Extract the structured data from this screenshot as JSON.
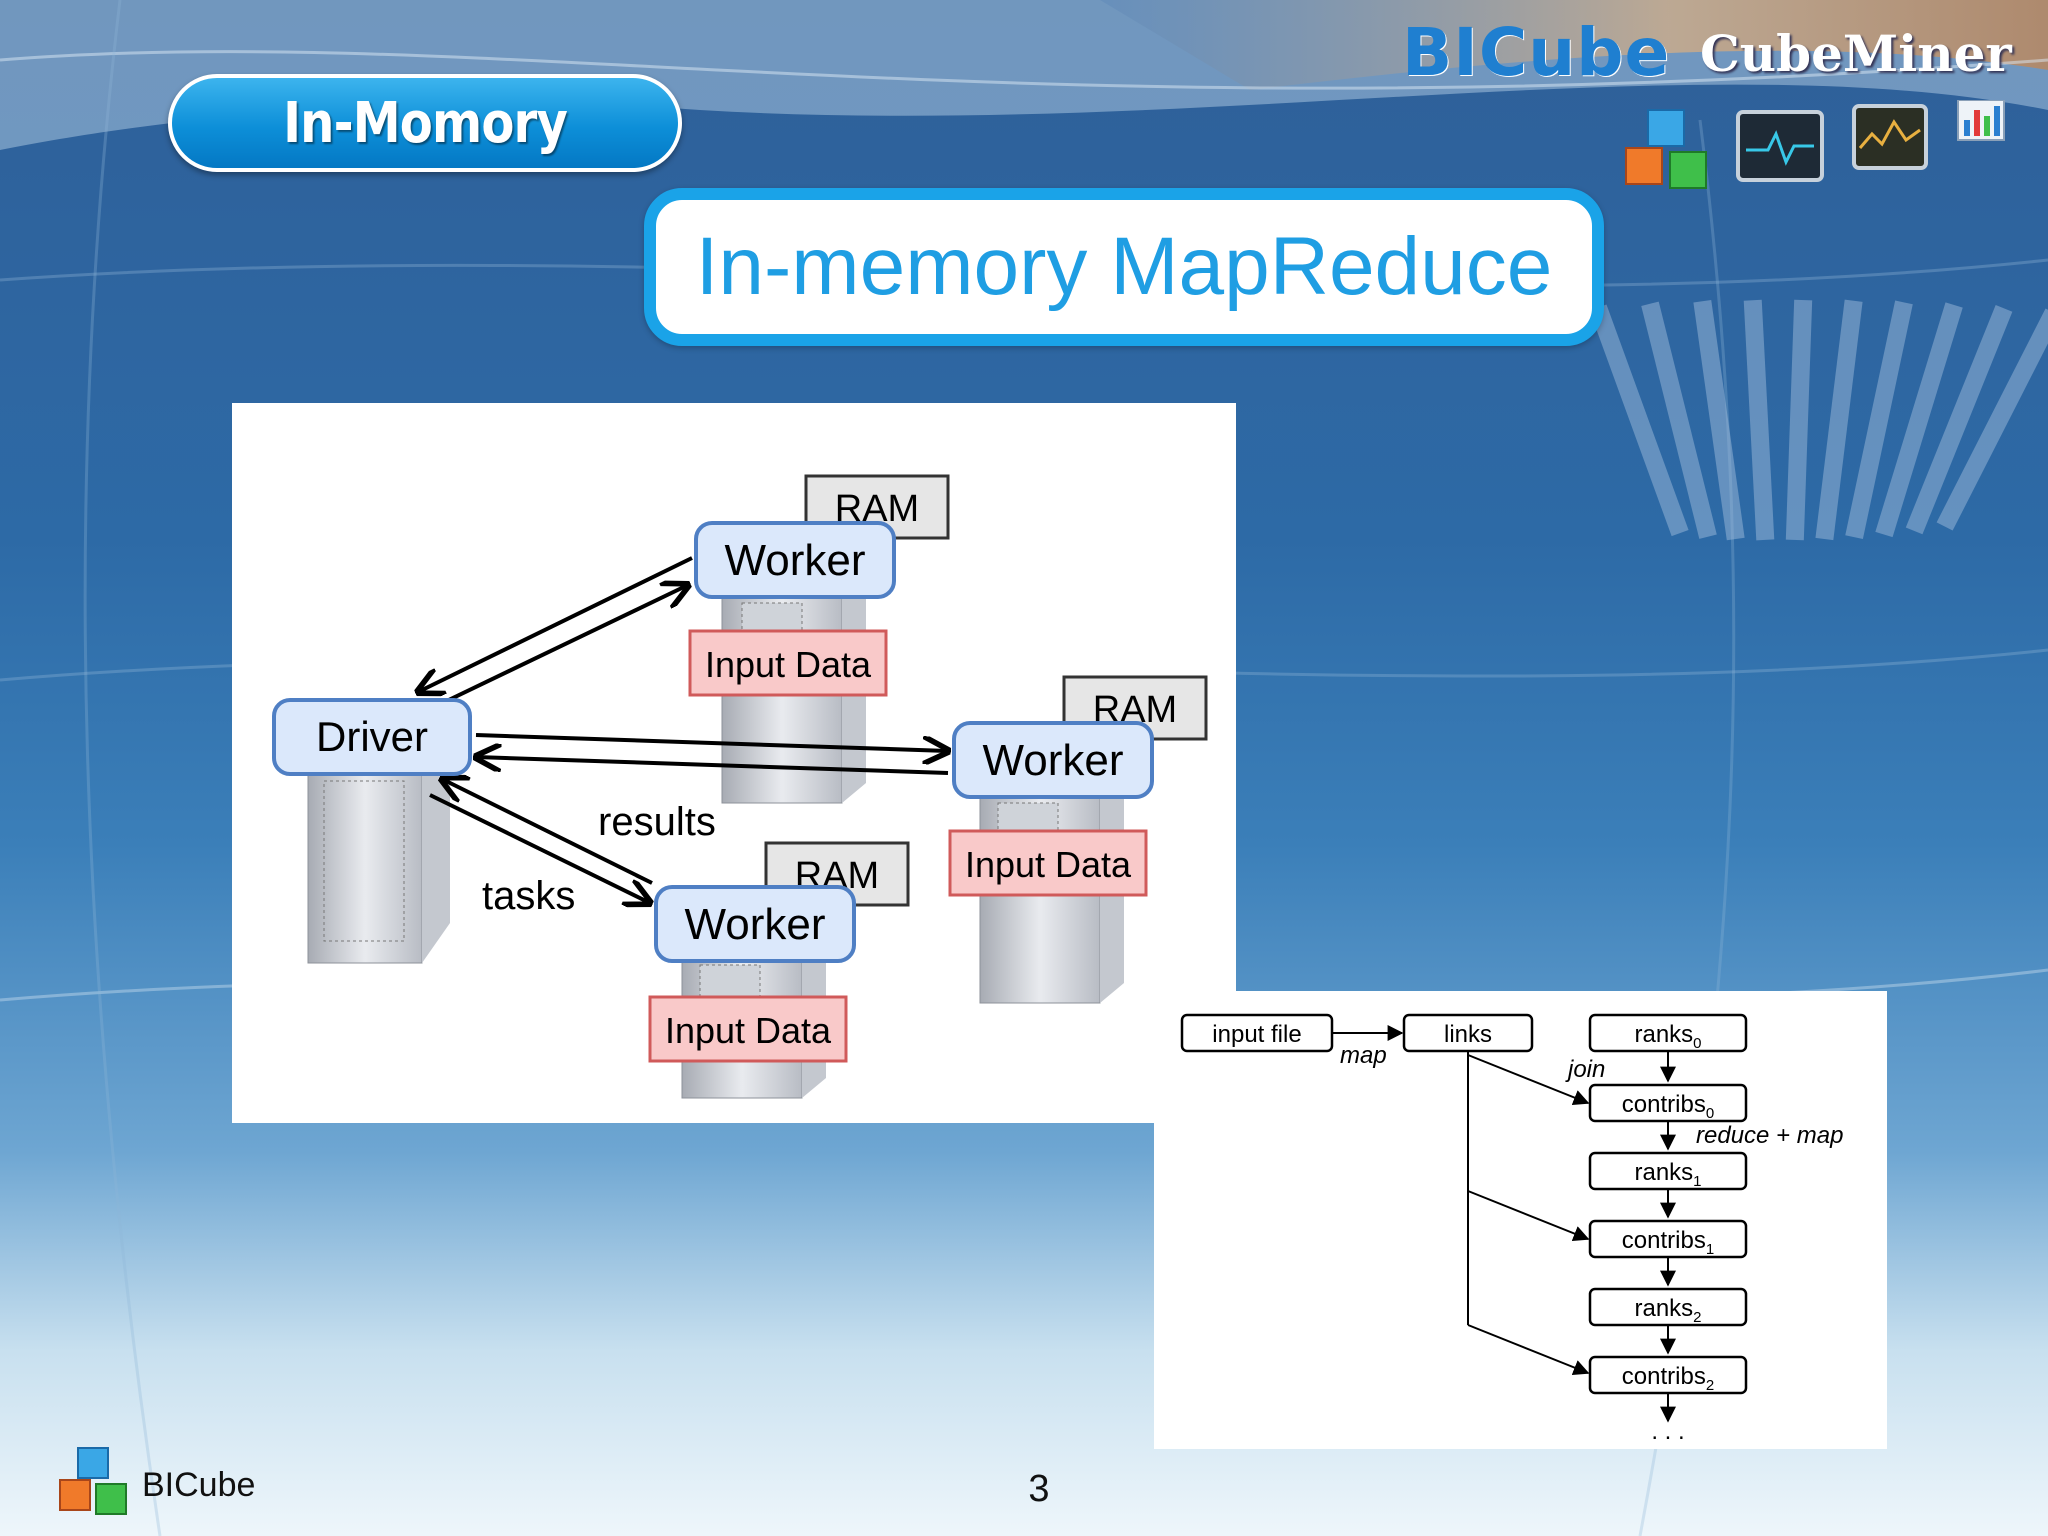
{
  "header": {
    "section_pill": "In-Momory",
    "title": "In-memory MapReduce",
    "brand": "BICube",
    "brand_secondary": "CubeMiner",
    "icons": [
      "cube-logo-icon",
      "monitor-pulse-icon",
      "monitor-chart-icon",
      "bar-chart-icon"
    ]
  },
  "diagram_cluster": {
    "driver": "Driver",
    "workers": [
      {
        "label": "Worker",
        "ram": "RAM",
        "input": "Input Data"
      },
      {
        "label": "Worker",
        "ram": "RAM",
        "input": "Input Data"
      },
      {
        "label": "Worker",
        "ram": "RAM",
        "input": "Input Data"
      }
    ],
    "labels": {
      "results": "results",
      "tasks": "tasks"
    }
  },
  "diagram_flow": {
    "input_file": "input file",
    "links": "links",
    "map": "map",
    "join": "join",
    "reduce_map": "reduce + map",
    "ellipsis": ". . .",
    "chain": [
      {
        "base": "ranks",
        "sub": "0"
      },
      {
        "base": "contribs",
        "sub": "0"
      },
      {
        "base": "ranks",
        "sub": "1"
      },
      {
        "base": "contribs",
        "sub": "1"
      },
      {
        "base": "ranks",
        "sub": "2"
      },
      {
        "base": "contribs",
        "sub": "2"
      }
    ]
  },
  "footer": {
    "brand": "BICube",
    "page_number": "3"
  },
  "colors": {
    "accent": "#1aa3e8",
    "worker_fill": "#dbe8fb",
    "input_fill": "#f9c9c9",
    "ram_fill": "#e6e6e6"
  }
}
